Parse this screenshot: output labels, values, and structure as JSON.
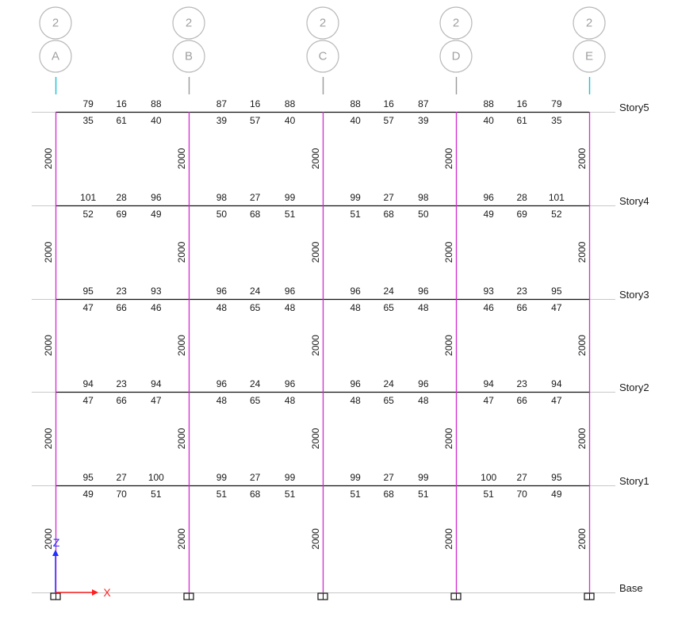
{
  "colors": {
    "column": "#d22bd2",
    "beam": "#111111",
    "story_line": "#c8c8c8",
    "bubble_stroke": "#b8b8b8",
    "bubble_text": "#a0a0a0",
    "grid_tick": "#19c3d6",
    "axis_x": "#ff2020",
    "axis_z": "#2030ff"
  },
  "grid_lines": [
    {
      "top": "2",
      "bottom": "A"
    },
    {
      "top": "2",
      "bottom": "B"
    },
    {
      "top": "2",
      "bottom": "C"
    },
    {
      "top": "2",
      "bottom": "D"
    },
    {
      "top": "2",
      "bottom": "E"
    }
  ],
  "stories": [
    "Story5",
    "Story4",
    "Story3",
    "Story2",
    "Story1",
    "Base"
  ],
  "column_dimension": "2000",
  "axes": {
    "x_label": "X",
    "z_label": "Z"
  },
  "beam_values": [
    {
      "story": "Story5",
      "above": [
        [
          "79",
          "16",
          "88"
        ],
        [
          "87",
          "16",
          "88"
        ],
        [
          "88",
          "16",
          "87"
        ],
        [
          "88",
          "16",
          "79"
        ]
      ],
      "below": [
        [
          "35",
          "61",
          "40"
        ],
        [
          "39",
          "57",
          "40"
        ],
        [
          "40",
          "57",
          "39"
        ],
        [
          "40",
          "61",
          "35"
        ]
      ]
    },
    {
      "story": "Story4",
      "above": [
        [
          "101",
          "28",
          "96"
        ],
        [
          "98",
          "27",
          "99"
        ],
        [
          "99",
          "27",
          "98"
        ],
        [
          "96",
          "28",
          "101"
        ]
      ],
      "below": [
        [
          "52",
          "69",
          "49"
        ],
        [
          "50",
          "68",
          "51"
        ],
        [
          "51",
          "68",
          "50"
        ],
        [
          "49",
          "69",
          "52"
        ]
      ]
    },
    {
      "story": "Story3",
      "above": [
        [
          "95",
          "23",
          "93"
        ],
        [
          "96",
          "24",
          "96"
        ],
        [
          "96",
          "24",
          "96"
        ],
        [
          "93",
          "23",
          "95"
        ]
      ],
      "below": [
        [
          "47",
          "66",
          "46"
        ],
        [
          "48",
          "65",
          "48"
        ],
        [
          "48",
          "65",
          "48"
        ],
        [
          "46",
          "66",
          "47"
        ]
      ]
    },
    {
      "story": "Story2",
      "above": [
        [
          "94",
          "23",
          "94"
        ],
        [
          "96",
          "24",
          "96"
        ],
        [
          "96",
          "24",
          "96"
        ],
        [
          "94",
          "23",
          "94"
        ]
      ],
      "below": [
        [
          "47",
          "66",
          "47"
        ],
        [
          "48",
          "65",
          "48"
        ],
        [
          "48",
          "65",
          "48"
        ],
        [
          "47",
          "66",
          "47"
        ]
      ]
    },
    {
      "story": "Story1",
      "above": [
        [
          "95",
          "27",
          "100"
        ],
        [
          "99",
          "27",
          "99"
        ],
        [
          "99",
          "27",
          "99"
        ],
        [
          "100",
          "27",
          "95"
        ]
      ],
      "below": [
        [
          "49",
          "70",
          "51"
        ],
        [
          "51",
          "68",
          "51"
        ],
        [
          "51",
          "68",
          "51"
        ],
        [
          "51",
          "70",
          "49"
        ]
      ]
    }
  ]
}
